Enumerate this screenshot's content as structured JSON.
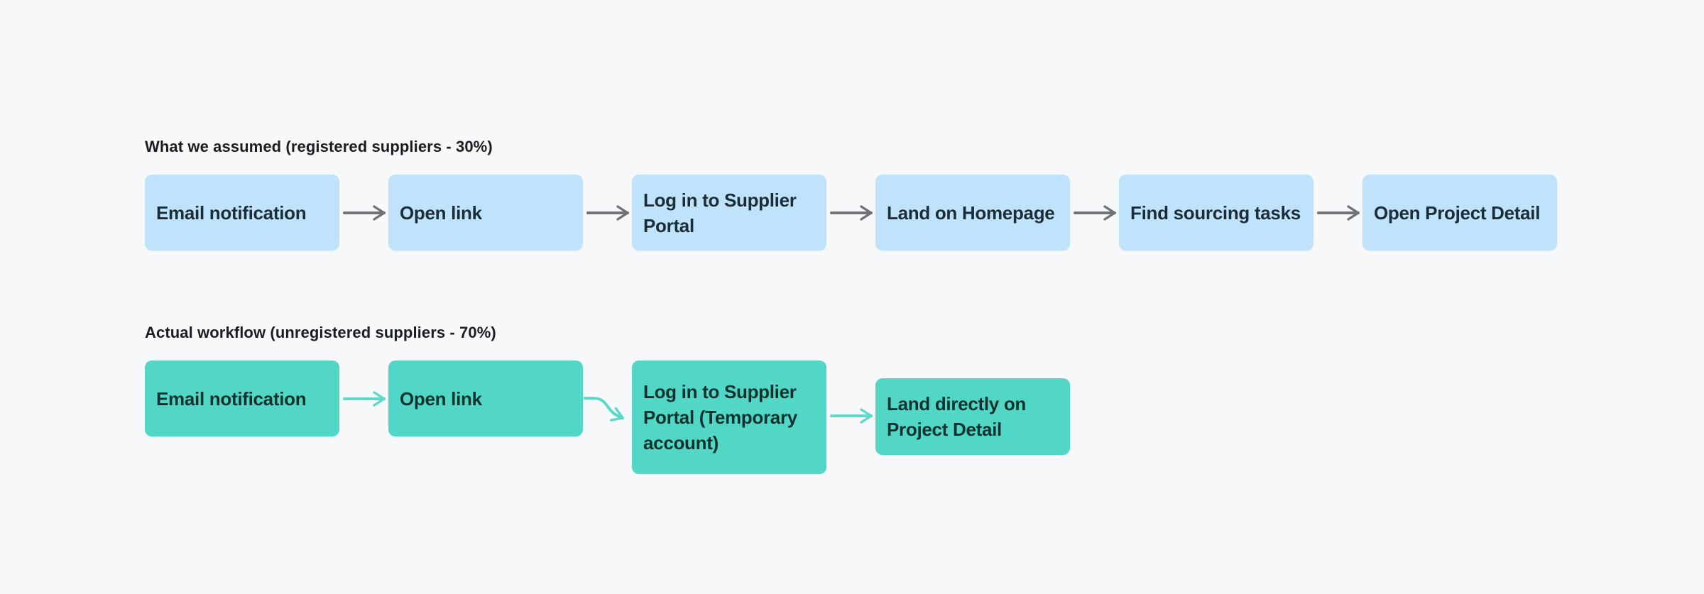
{
  "colors": {
    "background": "#f6f8fa",
    "title_text": "#1a1d21",
    "assumed_box": "#bee3fa",
    "assumed_box_text": "#1d2d38",
    "assumed_arrow": "#6f7377",
    "actual_box": "#52d6c5",
    "actual_box_text": "#0e332e",
    "actual_arrow": "#5cd9c9"
  },
  "sections": [
    {
      "title": "What we assumed (registered suppliers - 30%)",
      "steps": [
        "Email notification",
        "Open link",
        "Log in to Supplier Portal",
        "Land on Homepage",
        "Find sourcing tasks",
        "Open Project Detail"
      ]
    },
    {
      "title": "Actual workflow (unregistered suppliers - 70%)",
      "steps": [
        "Email notification",
        "Open link",
        "Log in to Supplier Portal (Temporary account)",
        "Land directly on Project Detail"
      ]
    }
  ]
}
